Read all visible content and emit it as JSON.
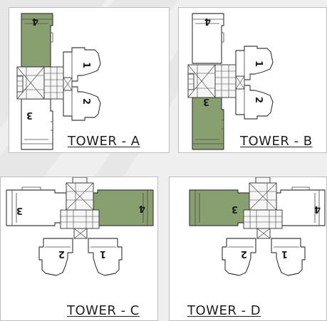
{
  "colors": {
    "highlight": "#88a06f",
    "background": "#efefef",
    "panel": "#ffffff",
    "line": "#3a3a3a"
  },
  "towers": {
    "a": {
      "title": "TOWER - A",
      "units": [
        "1",
        "2",
        "3",
        "4"
      ],
      "highlight_unit": "4"
    },
    "b": {
      "title": "TOWER - B",
      "units": [
        "1",
        "2",
        "3",
        "4"
      ],
      "highlight_unit": "3"
    },
    "c": {
      "title": "TOWER - C",
      "units": [
        "1",
        "2",
        "3",
        "4"
      ],
      "highlight_unit": "4"
    },
    "d": {
      "title": "TOWER - D",
      "units": [
        "1",
        "2",
        "3",
        "4"
      ],
      "highlight_unit": "3"
    }
  }
}
